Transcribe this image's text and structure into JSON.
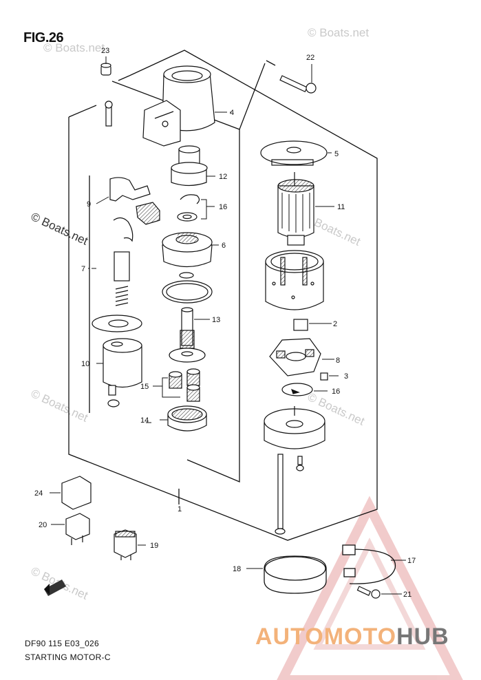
{
  "figure": {
    "title": "FIG.26",
    "model_code": "DF90 115 E03_026",
    "subtitle": "STARTING MOTOR-C"
  },
  "watermarks": {
    "text": "© Boats.net",
    "brand_part1": "AUTOMOTO",
    "brand_part2": "HUB",
    "brand_colors": {
      "accent": "#e8a0a0",
      "text_light": "#f3b27a",
      "text_dark": "#777777"
    }
  },
  "callouts": [
    "1",
    "2",
    "3",
    "4",
    "5",
    "6",
    "7",
    "8",
    "9",
    "10",
    "11",
    "12",
    "13",
    "14",
    "15",
    "16",
    "16",
    "17",
    "18",
    "19",
    "20",
    "21",
    "22",
    "23",
    "24"
  ],
  "icons": {
    "fwd_arrow": "FWD"
  }
}
